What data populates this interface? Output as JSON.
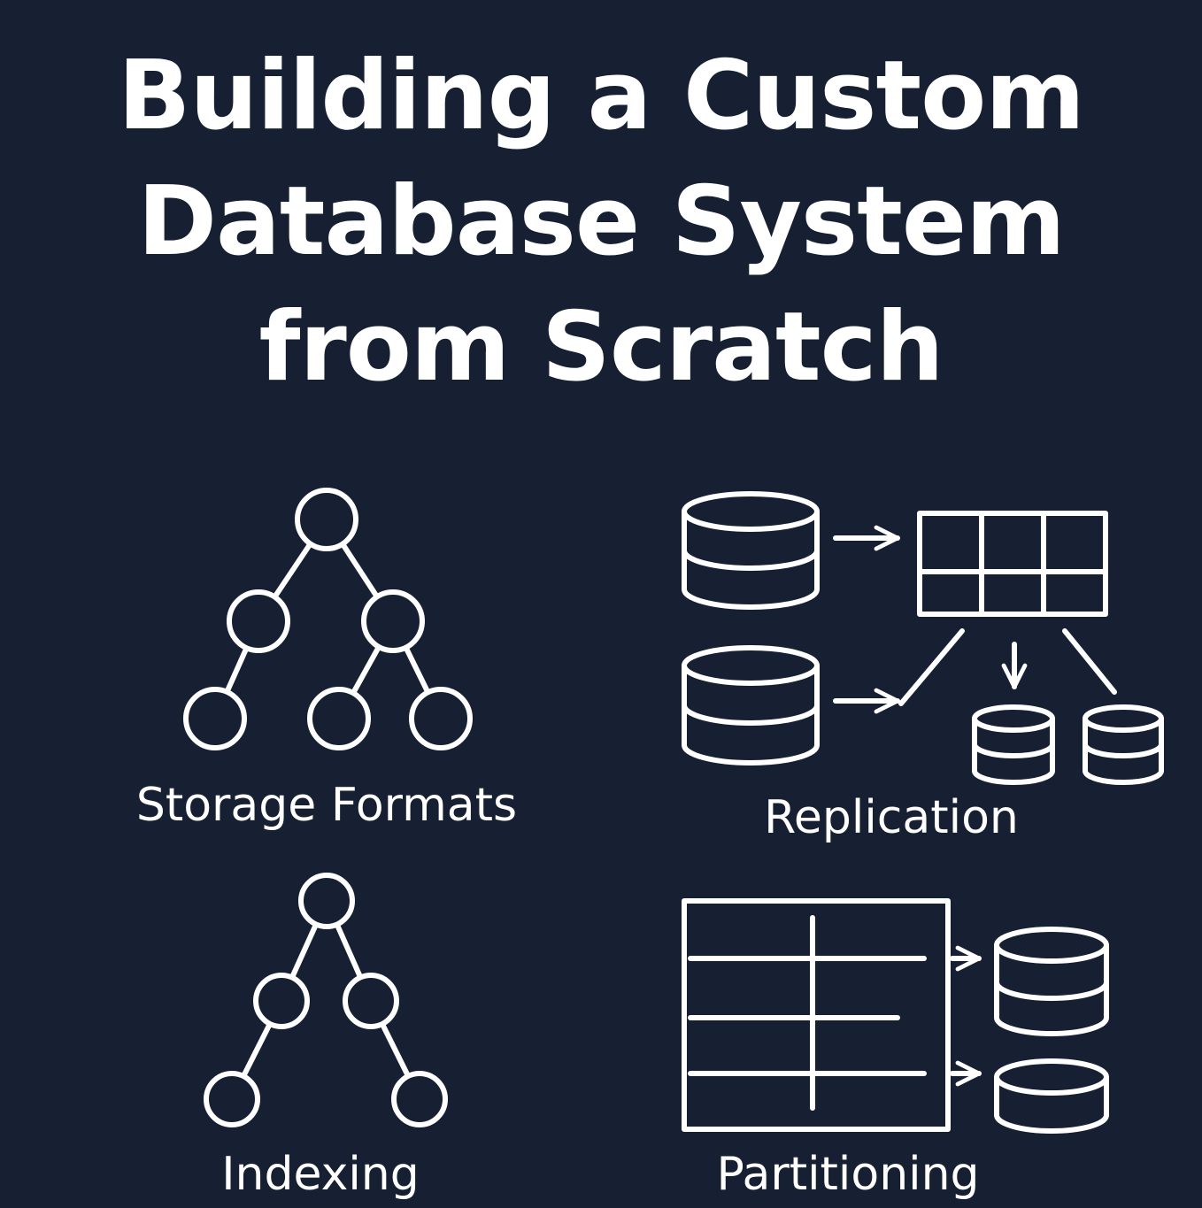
{
  "title": {
    "line1": "Building a Custom",
    "line2": "Database System",
    "line3": "from Scratch"
  },
  "sections": {
    "storage_formats": {
      "label": "Storage Formats",
      "icon": "tree-icon"
    },
    "replication": {
      "label": "Replication",
      "icon": "replication-icon"
    },
    "indexing": {
      "label": "Indexing",
      "icon": "index-tree-icon"
    },
    "partitioning": {
      "label": "Partitioning",
      "icon": "partition-table-icon"
    }
  },
  "colors": {
    "background": "#162032",
    "foreground": "#ffffff"
  }
}
